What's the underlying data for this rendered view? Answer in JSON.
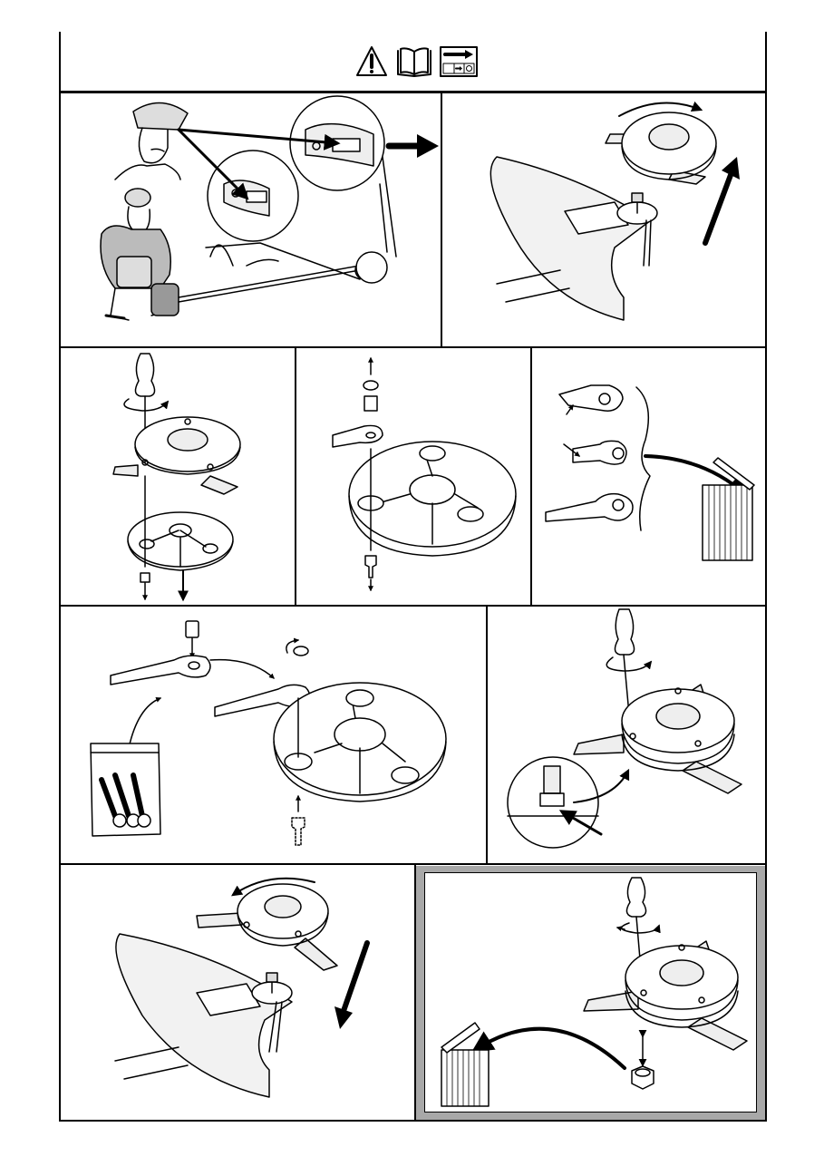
{
  "header": {
    "icons": [
      "warning-triangle-icon",
      "read-manual-book-icon",
      "instruction-arrow-icon"
    ]
  },
  "colors": {
    "line": "#000000",
    "paper": "#ffffff",
    "highlight_panel_bg": "#a8a8a8",
    "part_fill": "#f2f2f2"
  },
  "panels": [
    {
      "step": "inspect-blade-guard",
      "icons": [
        "operator-with-visor-illustration",
        "trimmer-illustration",
        "zoom-detail-icon",
        "arrow-right-icon"
      ]
    },
    {
      "step": "remove-blade-disc",
      "icons": [
        "blade-guard-illustration",
        "blade-disc-illustration",
        "rotate-arrow-icon",
        "arrow-up-icon"
      ]
    },
    {
      "step": "unscrew-blade",
      "icons": [
        "screwdriver-icon",
        "blade-disc-illustration",
        "nut-icon",
        "arrow-down-icon"
      ]
    },
    {
      "step": "disassemble-blade",
      "icons": [
        "washer-icon",
        "spacer-icon",
        "blade-icon",
        "bolt-icon"
      ]
    },
    {
      "step": "discard-worn-blades",
      "icons": [
        "worn-blade-icon",
        "trash-bin-icon",
        "arrow-curved-icon"
      ]
    },
    {
      "step": "fit-new-blade",
      "icons": [
        "blade-icon",
        "spare-blade-bag-icon",
        "bolt-icon",
        "washer-icon"
      ]
    },
    {
      "step": "tighten-screw",
      "icons": [
        "screwdriver-icon",
        "blade-disc-illustration",
        "detail-circle-icon"
      ]
    },
    {
      "step": "refit-blade-disc",
      "icons": [
        "blade-guard-illustration",
        "blade-disc-illustration",
        "rotate-arrow-icon",
        "arrow-down-icon"
      ]
    },
    {
      "step": "replace-nut",
      "icons": [
        "screwdriver-icon",
        "blade-disc-illustration",
        "nut-icon",
        "trash-bin-icon"
      ]
    }
  ]
}
